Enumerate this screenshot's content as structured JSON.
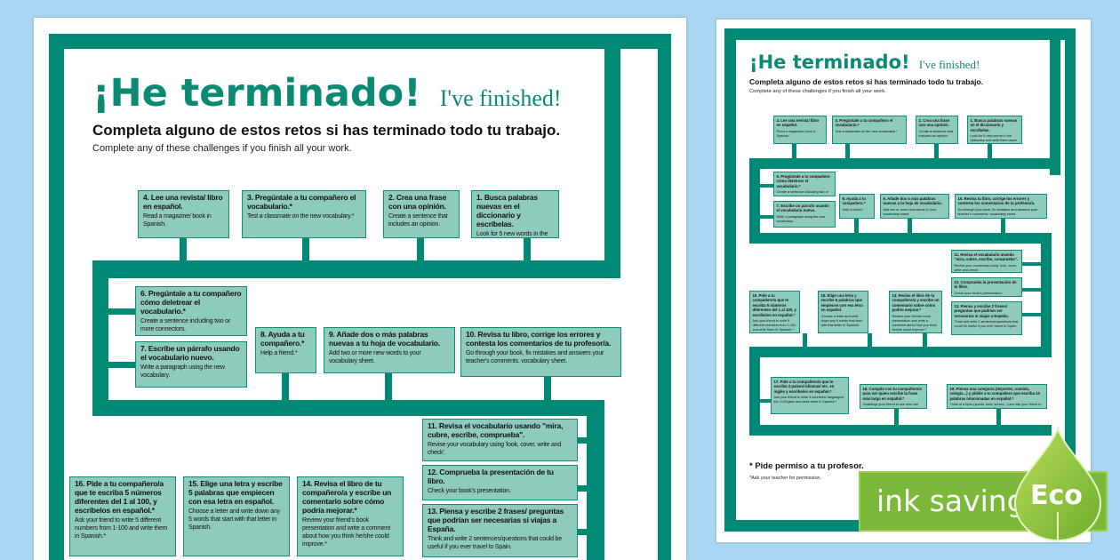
{
  "sheet": {
    "title_es": "¡He terminado!",
    "title_en": "I've finished!",
    "subtitle_es": "Completa  alguno de estos retos si has terminado todo tu trabajo.",
    "subtitle_en": "Complete any of these challenges if you finish all your work.",
    "footer_es": "* Pide permiso a tu profesor.",
    "footer_en": "*Ask your teacher for permission."
  },
  "tasks": [
    {
      "id": "1",
      "es": "1. Busca palabras nuevas en el diccionario y escríbelas.",
      "en": "Look for 5 new words in the dictionary and write them down in your book."
    },
    {
      "id": "2",
      "es": "2. Crea una frase con una opinión.",
      "en": "Create a sentence that includes an opinion."
    },
    {
      "id": "3",
      "es": "3. Pregúntale a tu compañero el vocabulario.*",
      "en": "Test a classmate on the new vocabulary.*"
    },
    {
      "id": "4",
      "es": "4. Lee una revista/ libro en español.",
      "en": "Read a magazine/ book in Spanish."
    },
    {
      "id": "6",
      "es": "6. Pregúntale a tu compañero cómo deletrear el vocabulario.*",
      "en": "Create a sentence including two or more connectors."
    },
    {
      "id": "7",
      "es": "7. Escribe un párrafo usando el vocabulario nuevo.",
      "en": "Write a paragraph using the new vocabulary."
    },
    {
      "id": "8",
      "es": "8. Ayuda a tu compañero.*",
      "en": "Help a friend.*"
    },
    {
      "id": "9",
      "es": "9. Añade dos o más palabras nuevas a tu hoja de vocabulario.",
      "en": "Add two or more new words to your vocabulary sheet."
    },
    {
      "id": "10",
      "es": "10. Revisa tu libro, corrige los errores y contesta los comentarios de tu profesor/a.",
      "en": "Go through your book, fix mistakes and answers your teacher's comments. vocabulary sheet."
    },
    {
      "id": "11",
      "es": "11. Revisa el vocabulario usando \"mira, cubre, escribe, comprueba\".",
      "en": "Revise your vocabulary using 'look, cover, write and check'."
    },
    {
      "id": "12",
      "es": "12. Comprueba la presentación de tu libro.",
      "en": "Check your book's presentation."
    },
    {
      "id": "13",
      "es": "13. Piensa y escribe 2 frases/ preguntas que podrían ser necesarias si viajas a España.",
      "en": "Think and write 2 sentences/questions that could be useful if you ever travel to Spain."
    },
    {
      "id": "14",
      "es": "14. Revisa el libro de tu compañero/a y escribe un comentario sobre cómo podría mejorar.*",
      "en": "Review your friend's book presentation and write a comment about how you think he/she could improve.*"
    },
    {
      "id": "15",
      "es": "15. Elige una letra y escribe 5 palabras que empiecen con esa letra en español.",
      "en": "Choose a letter and write down any 5 words that start with that letter in Spanish."
    },
    {
      "id": "16",
      "es": "16. Pide a tu compañero/a que te escriba 5 números diferentes del 1 al 100, y escríbelos en español.*",
      "en": "Ask your friend to write 5 different numbers from 1-100 and write them in Spanish.*"
    },
    {
      "id": "17",
      "es": "17. Pide a tu compañero/a que te escriba 3 países/ idiomas/ etc. en inglés y escríbelos en español.*",
      "en": "Ask your friend to write 3 countries/ languages/ etc. in English and write them in Spanish.*"
    },
    {
      "id": "18",
      "es": "18. Compite con tu compañero/a para ver quien escribe la frase más larga en español.*",
      "en": "Challenge your friend to see who can write the longest sentence in Spanish.*"
    },
    {
      "id": "19",
      "es": "19. Piensa una categoría (deportes, comida, colegio...) y pídele a tu compañero que escriba 10 palabras relacionadas en español.*",
      "en": "Think of a topic (sports, food, school...) and ask your friend to write 10 words related to it in Spanish.*"
    }
  ],
  "badge": {
    "label": "ink saving",
    "eco": "Eco"
  },
  "colors": {
    "background": "#a9d6f2",
    "maze": "#008a76",
    "box_fill": "#8fcbbd",
    "title": "#0b8a73",
    "eco_green": "#7cb83a"
  }
}
